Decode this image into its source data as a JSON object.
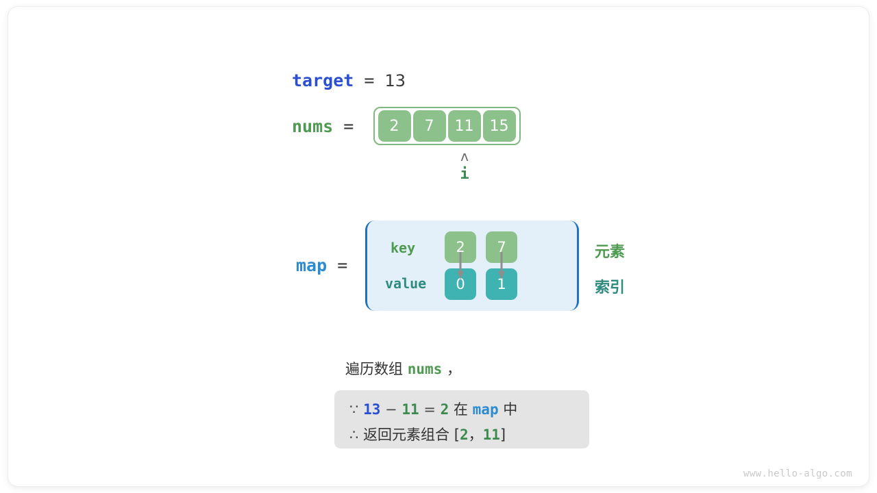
{
  "watermark": "www.hello-algo.com",
  "target": {
    "name": "target",
    "equals": "=",
    "value": "13"
  },
  "nums": {
    "name": "nums",
    "equals": "=",
    "values": [
      "2",
      "7",
      "11",
      "15"
    ],
    "pointer": {
      "caret": "ʌ",
      "label": "i",
      "index": 2
    }
  },
  "map": {
    "name": "map",
    "equals": "=",
    "row_labels": {
      "key": "key",
      "value": "value"
    },
    "entries": [
      {
        "key": "2",
        "value": "0"
      },
      {
        "key": "7",
        "value": "1"
      }
    ],
    "annotations": {
      "element": "元素",
      "index": "索引"
    }
  },
  "caption": {
    "prefix": "遍历数组",
    "code": "nums",
    "suffix": "，"
  },
  "conclusion": {
    "line1": {
      "symbol": "∵",
      "a": "13",
      "minus": "−",
      "b": "11",
      "eq": "=",
      "c": "2",
      "in": "在",
      "map": "map",
      "tail": "中"
    },
    "line2": {
      "symbol": "∴",
      "text": "返回元素组合",
      "bracket_open": "[",
      "x": "2",
      "comma": "，",
      "y": "11",
      "bracket_close": "]"
    }
  },
  "colors": {
    "array_cell": "#8CC18C",
    "array_border": "#7FB97F",
    "map_fill": "#E3EFF9",
    "map_border": "#1C72C4",
    "value_cell": "#3FB2B2",
    "target_blue": "#2B4FD0",
    "map_blue": "#2E8BD0",
    "nums_green": "#4E9A51",
    "box_gray": "#E4E4E4"
  }
}
